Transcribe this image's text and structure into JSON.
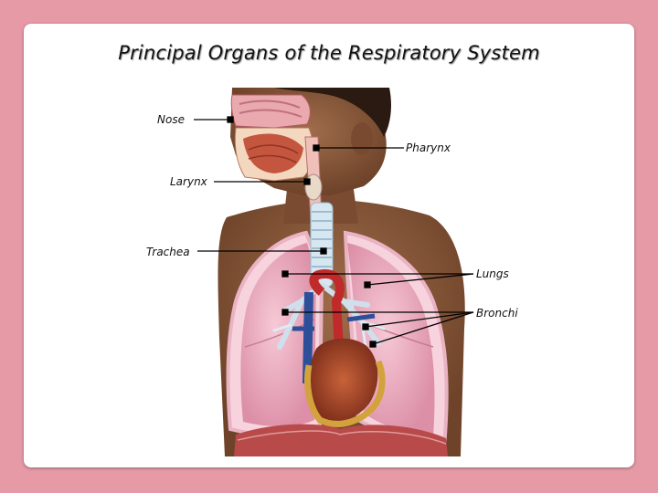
{
  "title": "Principal Organs of the Respiratory System",
  "labels": {
    "nose": "Nose",
    "pharynx": "Pharynx",
    "larynx": "Larynx",
    "trachea": "Trachea",
    "lungs": "Lungs",
    "bronchi": "Bronchi"
  },
  "colors": {
    "background": "#e59aa6",
    "skin": "#8a5a3c",
    "lung": "#f2b6c6",
    "heart": "#b5502e",
    "trachea": "#cfe3f0"
  }
}
